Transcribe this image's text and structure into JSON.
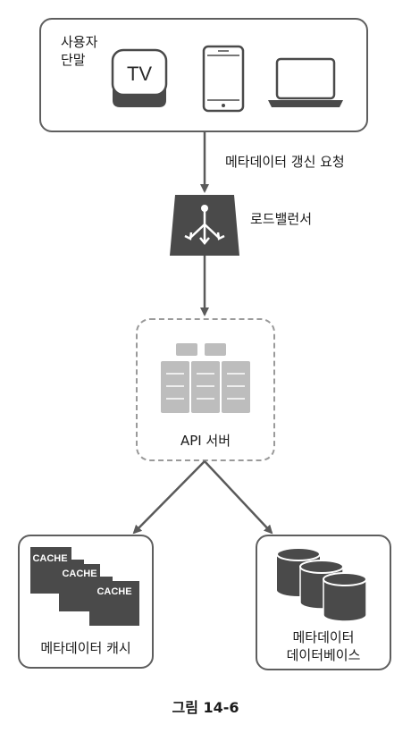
{
  "user_devices": {
    "label_line1": "사용자",
    "label_line2": "단말",
    "tv_text": "TV",
    "icons": [
      "tv-icon",
      "tablet-icon",
      "laptop-icon"
    ]
  },
  "arrow1_label": "메타데이터 갱신 요청",
  "load_balancer": {
    "label": "로드밸런서",
    "icon": "load-balancer-icon"
  },
  "api_server": {
    "label": "API 서버",
    "icon": "server-stack-icon"
  },
  "cache": {
    "label": "메타데이터 캐시",
    "tiles": [
      "CACHE",
      "CACHE",
      "CACHE"
    ]
  },
  "database": {
    "label_line1": "메타데이터",
    "label_line2": "데이터베이스",
    "icon": "database-icon"
  },
  "caption": "그림 14-6",
  "colors": {
    "border": "#5e5e5e",
    "dark_fill": "#4a4a4a",
    "arrow": "#5a5a5a",
    "light_gray": "#bfbfbf"
  }
}
